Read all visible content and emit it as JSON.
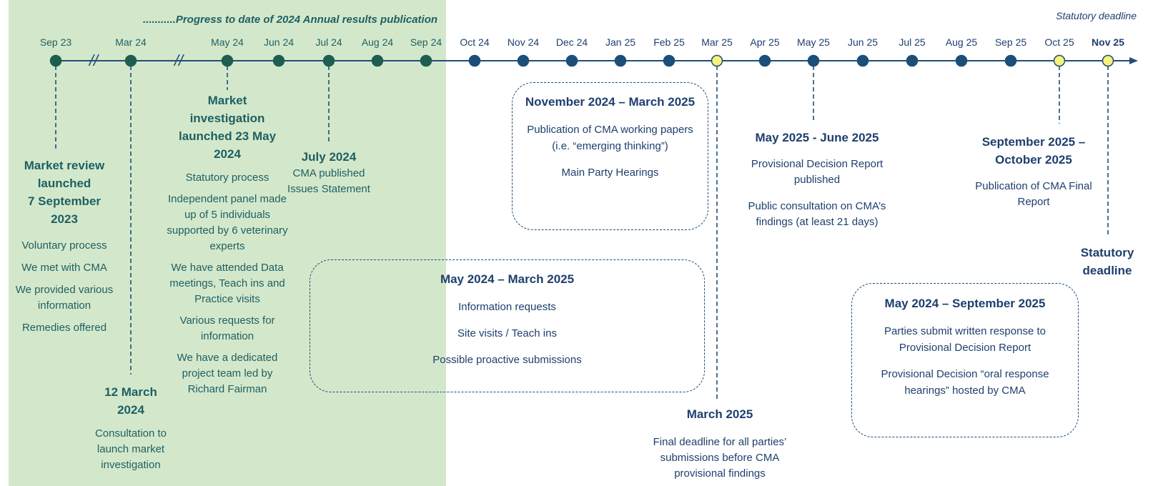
{
  "header": {
    "progress_label": "...........Progress to date of 2024 Annual results publication",
    "statutory_label": "Statutory deadline"
  },
  "timeline": {
    "months": [
      {
        "label": "Sep 23",
        "dot": "green"
      },
      {
        "label": "Mar 24",
        "dot": "green"
      },
      {
        "label": "May 24",
        "dot": "green"
      },
      {
        "label": "Jun 24",
        "dot": "green"
      },
      {
        "label": "Jul 24",
        "dot": "green"
      },
      {
        "label": "Aug 24",
        "dot": "green"
      },
      {
        "label": "Sep 24",
        "dot": "green"
      },
      {
        "label": "Oct 24",
        "dot": "blue"
      },
      {
        "label": "Nov 24",
        "dot": "blue"
      },
      {
        "label": "Dec 24",
        "dot": "blue"
      },
      {
        "label": "Jan 25",
        "dot": "blue"
      },
      {
        "label": "Feb 25",
        "dot": "blue"
      },
      {
        "label": "Mar 25",
        "dot": "yellow"
      },
      {
        "label": "Apr 25",
        "dot": "blue"
      },
      {
        "label": "May 25",
        "dot": "blue"
      },
      {
        "label": "Jun 25",
        "dot": "blue"
      },
      {
        "label": "Jul 25",
        "dot": "blue"
      },
      {
        "label": "Aug 25",
        "dot": "blue"
      },
      {
        "label": "Sep 25",
        "dot": "blue"
      },
      {
        "label": "Oct 25",
        "dot": "yellow"
      },
      {
        "label": "Nov 25",
        "dot": "yellow"
      }
    ],
    "break_symbol": "//"
  },
  "events": {
    "market_review": {
      "title": [
        "Market review",
        "launched",
        "7 September",
        "2023"
      ],
      "points": [
        "Voluntary process",
        "We met with CMA",
        "We provided various information",
        "Remedies offered"
      ]
    },
    "march_2024": {
      "title": [
        "12 March",
        "2024"
      ],
      "points": [
        "Consultation to launch market investigation"
      ]
    },
    "market_investigation": {
      "title": [
        "Market",
        "investigation",
        "launched 23 May",
        "2024"
      ],
      "points": [
        "Statutory process",
        "Independent panel made up of 5 individuals supported by 6 veterinary experts",
        "We have attended Data meetings, Teach ins and Practice visits",
        "Various requests for information",
        "We have a dedicated project team led by Richard Fairman"
      ]
    },
    "july_2024": {
      "title": [
        "July 2024"
      ],
      "points": [
        "CMA published Issues Statement"
      ]
    },
    "march_2025": {
      "title": [
        "March 2025"
      ],
      "points": [
        "Final deadline for all parties’ submissions before CMA provisional findings"
      ]
    },
    "may_june_2025": {
      "title": [
        "May 2025 - June 2025"
      ],
      "points": [
        "Provisional Decision Report published",
        "Public consultation on CMA’s findings (at least 21 days)"
      ]
    },
    "sep_oct_2025": {
      "title": [
        "September 2025 –",
        "October 2025"
      ],
      "points": [
        "Publication of CMA Final Report"
      ]
    },
    "statutory_deadline": {
      "title": [
        "Statutory",
        "deadline"
      ]
    }
  },
  "boxes": {
    "nov_mar": {
      "title": "November 2024 – March 2025",
      "points": [
        "Publication of CMA working papers (i.e. “emerging thinking”)",
        "Main Party Hearings"
      ]
    },
    "may_mar": {
      "title": "May 2024 – March 2025",
      "points": [
        "Information requests",
        "Site visits / Teach ins",
        "Possible proactive submissions"
      ]
    },
    "may_sep": {
      "title": "May 2024 – September 2025",
      "points": [
        "Parties submit written response to Provisional Decision Report",
        "Provisional Decision “oral response hearings” hosted by CMA"
      ]
    }
  },
  "colors": {
    "band": "#d3e8cb",
    "green_dot": "#1e5e50",
    "blue_dot": "#1b4f7a",
    "yellow_dot": "#f7f27a",
    "line": "#1f4e79",
    "green_text": "#1f5f63",
    "blue_text": "#1f3f6e"
  }
}
